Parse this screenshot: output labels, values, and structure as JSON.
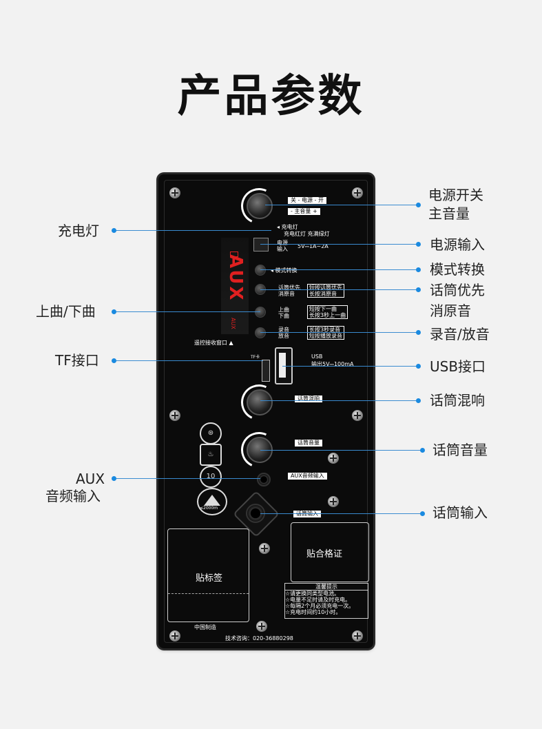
{
  "title": "产品参数",
  "panel": {
    "power_tag_top": "关 - 电源 - 开",
    "power_tag_bottom": "- 主音量 +",
    "charge_lamp_l1": "◂ 充电灯",
    "charge_lamp_l2": "充电红灯 充满绿灯",
    "power_input_l1": "电源",
    "power_input_l2": "输入",
    "power_input_spec": "5V⎓1A~2A",
    "mode_switch": "◂ 模式转换",
    "mic_l1": "话筒优先",
    "mic_l2": "消原音",
    "mic_box_l1": "短按话筒优先",
    "mic_box_l2": "长按消原音",
    "track_l1": "上曲",
    "track_l2": "下曲",
    "track_box_l1": "短按下一曲",
    "track_box_l2": "长按3秒上一曲",
    "rec_l1": "录音",
    "rec_l2": "放音",
    "rec_box_l1": "长按3秒录音",
    "rec_box_l2": "短按播放录音",
    "remote_window": "遥控接收窗口 ▲",
    "display_text": "AUX",
    "display_small": "AUX",
    "tf": "TF卡",
    "usb_l1": "USB",
    "usb_l2": "输出5V⎓100mA",
    "echo_tag": "话筒混响",
    "mic_vol_tag": "话筒音量",
    "aux_tag": "AUX音频输入",
    "mic_in_tag": "话筒输入",
    "cert_10": "10",
    "cert_alt": "≤2000m",
    "sticker_label": "贴标签",
    "sticker_qualified": "贴合格证",
    "made_in": "中国制造",
    "tech": "技术咨询：020-36880298",
    "warn_title": "温馨提示",
    "warn_lines": [
      "☆请更换同类型电池。",
      "☆电量不足时请及时充电。",
      "☆每隔2个月必须充电一次。",
      "☆充电时间约10小时。"
    ]
  },
  "callouts": {
    "power_switch_l1": "电源开关",
    "power_switch_l2": "主音量",
    "charge_lamp": "充电灯",
    "power_input": "电源输入",
    "mode_switch": "模式转换",
    "mic_priority_l1": "话筒优先",
    "mic_priority_l2": "消原音",
    "track": "上曲/下曲",
    "record": "录音/放音",
    "tf": "TF接口",
    "usb": "USB接口",
    "echo": "话筒混响",
    "mic_volume": "话筒音量",
    "aux_l1": "AUX",
    "aux_l2": "音频输入",
    "mic_input": "话筒输入"
  }
}
